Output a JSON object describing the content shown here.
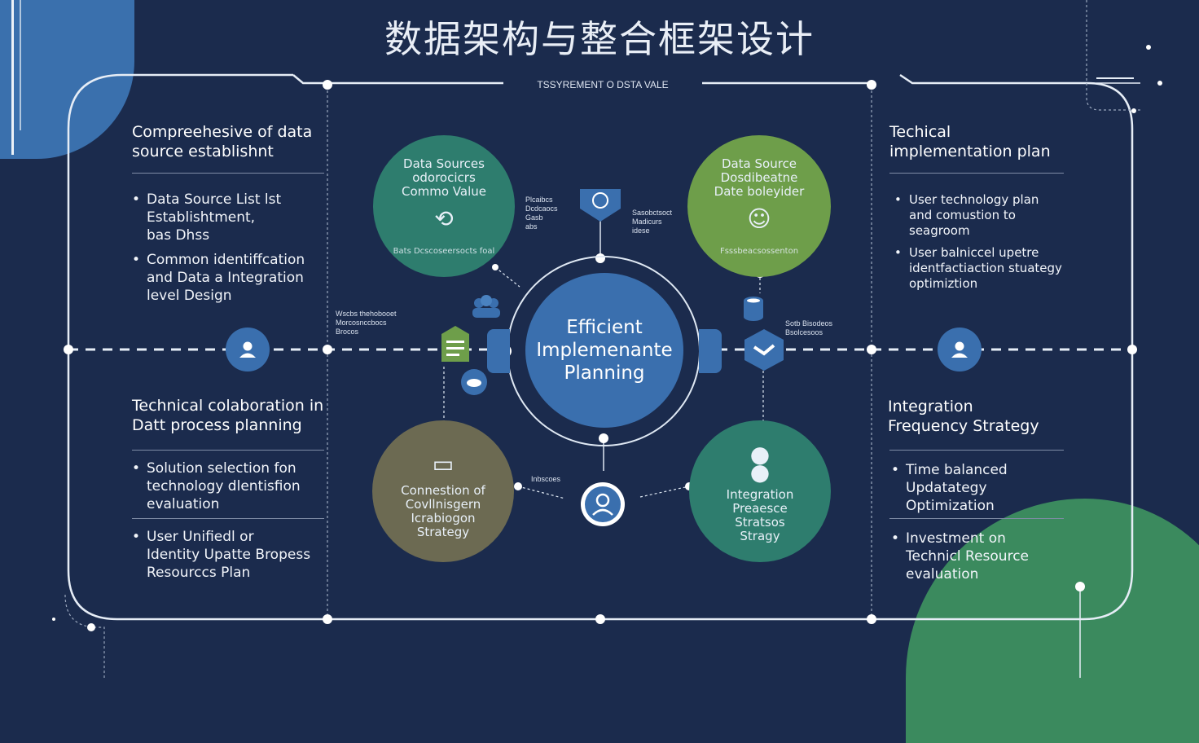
{
  "title": "数据架构与整合框架设计",
  "subtitle": "TSSYREMENT O DSTA VALE",
  "colors": {
    "background": "#1b2b4d",
    "accent_blue": "#3a6fae",
    "accent_green": "#3b8a5e",
    "circle_teal": "#2e7d6e",
    "circle_lime": "#6e9e4a",
    "circle_olive": "#6c6a52"
  },
  "left": {
    "section1": {
      "heading": "Compreehesive of data\nsource establishnt",
      "bullets": [
        "Data Source List lst\nEstablishtment,\nbas Dhss",
        "Common identiffcation\nand Data a Integration\nlevel Design"
      ]
    },
    "section2": {
      "heading": "Technical colaboration in\nDatt process planning",
      "bullets": [
        "Solution selection fon\ntechnology dlentisfion\nevaluation",
        "User Unifiedl or\nIdentity Upatte Bropess\nResourccs Plan"
      ]
    }
  },
  "right": {
    "section1": {
      "heading": "Techical\nimplementation plan",
      "bullets": [
        "User technology plan\nand comustion to\nseagroom",
        "User balniccel upetre\nidentfactiaction stuategy\noptimiztion"
      ]
    },
    "section2": {
      "heading": "Integration\nFrequency Strategy",
      "bullets": [
        "Time balanced\nUpdatategy\nOptimization"
      ],
      "bullets2": [
        "Investment on\nTechnicl Resource\nevaluation"
      ]
    }
  },
  "circles": {
    "top_left": {
      "text": "Data Sources\nodorocicrs\nCommo Value",
      "sub": "Bats Dcscoseersocts foal",
      "icon": "network-icon"
    },
    "top_right": {
      "text": "Data Source\nDosdibeatne\nDate boleyider",
      "sub": "Fsssbeacsossenton",
      "icon": "face-icon"
    },
    "bottom_left": {
      "text": "Connestion of\nCovllnisgern\nIcrabiogon\nStrategy",
      "icon": "presentation-icon"
    },
    "bottom_right": {
      "text": "Integration\nPreaesce\nStratsos\nStragy",
      "icon": "dots-icon"
    }
  },
  "center": {
    "text": "Efficient\nImplemenante\nPlanning"
  },
  "tiny_labels": {
    "top_left_notes": "Plcaibcs\nDcdcaocs\nGasb\nabs",
    "top_right_notes": "Sasobctsoct\nMadicurs\nidese",
    "left_notes": "Wscbs thehobooet\nMorcosnccbocs\nBrocos",
    "right_notes": "Sotb Bisodeos\nBsolcesoos",
    "bottom_note": "Inbscoes"
  }
}
